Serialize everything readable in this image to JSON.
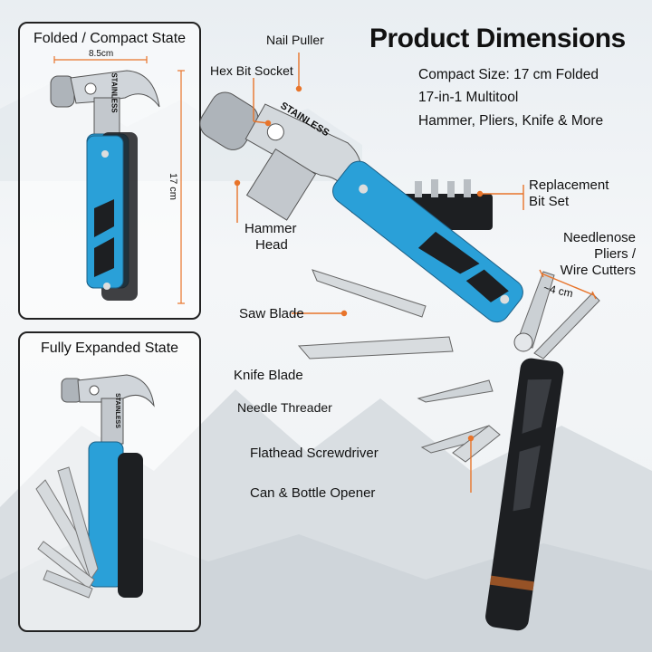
{
  "heading": "Product Dimensions",
  "specs": [
    "Compact Size: 17 cm Folded",
    "17-in-1 Multitool",
    "Hammer, Pliers, Knife & More"
  ],
  "folded_panel": {
    "title": "Folded / Compact State",
    "width_label": "8.5cm",
    "height_label": "17 cm",
    "engraving": "STAINLESS"
  },
  "expanded_panel": {
    "title": "Fully Expanded State",
    "engraving": "STAINLESS"
  },
  "main_tool": {
    "engraving": "STAINLESS"
  },
  "callouts": {
    "nail_puller": "Nail Puller",
    "hex_bit_socket": "Hex Bit Socket",
    "hammer_head_line1": "Hammer",
    "hammer_head_line2": "Head",
    "replacement_line1": "Replacement",
    "replacement_line2": "Bit Set",
    "pliers_line1": "Needlenose",
    "pliers_line2": "Pliers /",
    "pliers_line3": "Wire Cutters",
    "pliers_width": "~4 cm",
    "saw_blade": "Saw Blade",
    "knife_blade": "Knife Blade",
    "needle_threader": "Needle Threader",
    "flathead": "Flathead Screwdriver",
    "can_opener": "Can & Bottle Opener"
  },
  "colors": {
    "accent_orange": "#e8742a",
    "tool_blue": "#2aa0d8",
    "handle_black": "#1d1f22",
    "steel": "#c9ced3"
  }
}
